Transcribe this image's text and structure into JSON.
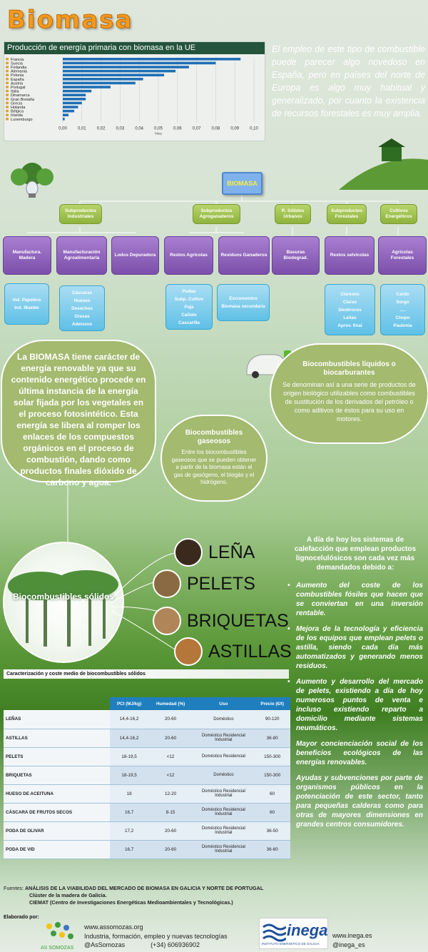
{
  "title": "Biomasa",
  "chart": {
    "title": "Producción de energía primaria con biomasa en la UE",
    "axis_label": "Mtep",
    "ticks": [
      "0,00",
      "0,01",
      "0,02",
      "0,03",
      "0,04",
      "0,05",
      "0,06",
      "0,07",
      "0,08",
      "0,09",
      "0,10"
    ]
  },
  "chart_data": {
    "type": "bar",
    "title": "Producción de energía primaria con biomasa en la UE",
    "categories": [
      "Francia",
      "Suecia",
      "Finlandia",
      "Alemania",
      "Polonia",
      "España",
      "Austria",
      "Portugal",
      "Italia",
      "Dinamarca",
      "Gran Bretaña",
      "Grecia",
      "Holanda",
      "Bélgica",
      "Irlanda",
      "Luxemburgo"
    ],
    "values": [
      0.093,
      0.08,
      0.066,
      0.059,
      0.053,
      0.042,
      0.038,
      0.025,
      0.015,
      0.012,
      0.012,
      0.01,
      0.008,
      0.006,
      0.003,
      0.001
    ],
    "xlim": [
      0,
      0.1
    ],
    "orientation": "horizontal"
  },
  "intro": "El empleo de este tipo de combustible puede parecer algo novedoso en España, pero en países del norte de Europa es algo muy habitual y generalizado, por cuanto la existencia de recursos forestales es muy amplia.",
  "tree": {
    "root": "BIOMASA",
    "categories": [
      "Subproductos Industriales",
      "Subproductos Agroganaderos",
      "R. Sólidos Urbanos",
      "Subproductos Forestales",
      "Cultivos Energéticos"
    ],
    "subs": [
      "Manufactura. Madera",
      "Manufacturación Agroalimentaria",
      "Lodos Depuradora",
      "Restos Agrícolas",
      "Residuos Ganaderos",
      "Basuras Biodegrad.",
      "Restos selvícolas",
      "Agrícolas Forestales"
    ],
    "leaves": [
      "Ind. Papelera\nInd. Mueble",
      "Cáscaras\nHuesos\nDesechos\nGrasas\nAderezos",
      "Podas\nSubp. Cultivo\nPaja\nCañote\nCascarilla",
      "Excrementos\nBiomasa secundaria",
      "Claresos\nClaras\nDesbroces\nLeñas\nAprov. final",
      "Cardo\nSorgo\n.....\nChopo\nPaulonia"
    ]
  },
  "bubbles": {
    "main": "La BIOMASA tiene carácter de energía renovable ya que su contenido energético procede en última instancia de la energía solar fijada por los vegetales en el proceso fotosintético. Esta energía se libera al romper los enlaces de los compuestos orgánicos en el proceso de combustión, dando como productos finales dióxido de carbono y agua.",
    "liquid_title": "Biocombustibles líquidos o biocarburantes",
    "liquid_text": "Se denominan así a una serie de productos de origen biológico utilizables como combustibles de sustitución de los derivados del petróleo o como aditivos de éstos para su uso en motores.",
    "gas_title": "Biocombustibles gaseosos",
    "gas_text": "Entre los biocombustibles gaseosos que se pueden obtener a partir de la biomasa están el gas de gasógeno, el biogás y el hidrógeno.",
    "solid_title": "Biocombustibles sólidos"
  },
  "fuels": [
    "LEÑA",
    "PELETS",
    "BRIQUETAS",
    "ASTILLAS"
  ],
  "why": {
    "head": "A día de hoy los sistemas de calefacción que emplean productos lignocelulósicos son cada vez más demandados debido a:",
    "items": [
      "Aumento del coste de los combustibles fósiles que hacen que se conviertan en una inversión rentable.",
      "Mejora de la tecnología y eficiencia de los equipos que emplean pelets o astilla, siendo cada día más automatizados y generando menos residuos.",
      "Aumento y desarrollo del mercado de pelets, existiendo a día de hoy numerosos puntos de venta e incluso existiendo reparto a domicilio mediante sistemas neumáticos.",
      "Mayor concienciación social de los beneficios ecológicos de las energías renovables.",
      "Ayudas y subvenciones por parte de organismos públicos en la potenciación de este sector, tanto para pequeñas calderas como para otras de mayores dimensiones en grandes centros consumidores."
    ]
  },
  "table": {
    "caption": "Caracterización y coste medio de biocombustibles sólidos",
    "headers": [
      "",
      "PCI (MJ/kg)",
      "Humedad (%)",
      "Uso",
      "Precio (€/t)"
    ],
    "rows": [
      [
        "LEÑAS",
        "14,4-16,2",
        "20-60",
        "Doméstico",
        "90-120"
      ],
      [
        "ASTILLAS",
        "14,4-16,2",
        "20-60",
        "Doméstico Residencial Industrial",
        "36-80"
      ],
      [
        "PELETS",
        "18-19,5",
        "<12",
        "Doméstico Residencial",
        "150-300"
      ],
      [
        "BRIQUETAS",
        "18-19,5",
        "<12",
        "Doméstico",
        "150-300"
      ],
      [
        "HUESO DE ACEITUNA",
        "18",
        "12-20",
        "Doméstico Residencial Industrial",
        "60"
      ],
      [
        "CÁSCARA DE FRUTOS SECOS",
        "16,7",
        "8-15",
        "Doméstico Residencial Industrial",
        "60"
      ],
      [
        "PODA DE OLIVAR",
        "17,2",
        "20-60",
        "Doméstico Residencial Industrial",
        "36-50"
      ],
      [
        "PODA DE VID",
        "16,7",
        "20-60",
        "Doméstico Residencial Industrial",
        "36-60"
      ]
    ]
  },
  "sources": {
    "label": "Fuentes:",
    "s1": "ANÁLISIS DE LA VIABILIDAD DEL MERCADO DE BIOMASA EN GALICIA Y NORTE DE PORTUGAL",
    "s2": "Clúster de la madera de Galicia.",
    "s3": "CIEMAT (Centro de Investigaciones Energéticas  Medioambientales y Tecnológicas.)"
  },
  "footer": {
    "elaborado": "Elaborado por:",
    "web": "www.assomozas.org",
    "tagline": "Industria, formación, empleo y nuevas tecnologías",
    "twitter": "@AsSomozas",
    "phone": "(+34) 606936902",
    "inega_web": "www.inega.es",
    "inega_tw": "@inega_es",
    "inega_logo": "inega",
    "inega_sub": "INSTITUTO ENERXÉTICO DE GALICIA",
    "assomozas_logo": "AS SOMOZAS"
  },
  "colors": {
    "title": "#f39a1e",
    "chart_bar": "#1f6fb5",
    "bubble": "#a3ba6f",
    "category": "#9fbf48",
    "sub": "#8a5cb8",
    "leaf": "#6cc4e8",
    "table_header": "#1f7fbe"
  }
}
